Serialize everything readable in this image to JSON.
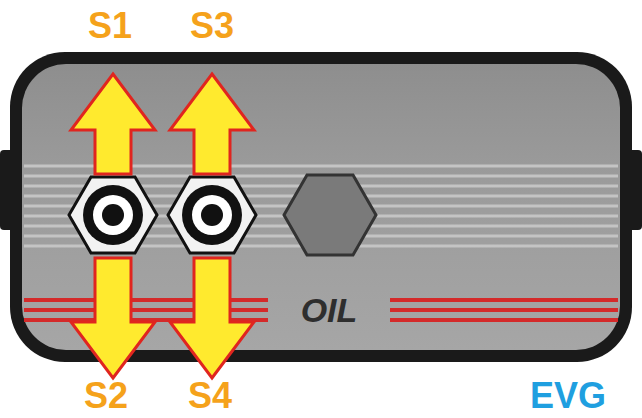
{
  "diagram": {
    "labels": [
      "S1",
      "S3",
      "OIL",
      "S2",
      "S4",
      "EVG"
    ]
  }
}
